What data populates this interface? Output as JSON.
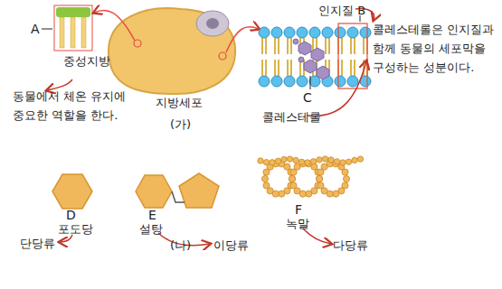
{
  "diagram": {
    "labels": [
      "A",
      "중성지방",
      "동물에서 체온 유지에 중요한 역할을 한다.",
      "지방세포",
      "인지질 B",
      "콜레스테롤은 인지질과 함께 동물의 세포막을 구성하는 성분이다.",
      "C",
      "콜레스테롤",
      "(가)",
      "D",
      "포도당",
      "단당류",
      "E",
      "설탕",
      "(나)",
      "이당류",
      "F",
      "녹말",
      "다당류"
    ]
  }
}
